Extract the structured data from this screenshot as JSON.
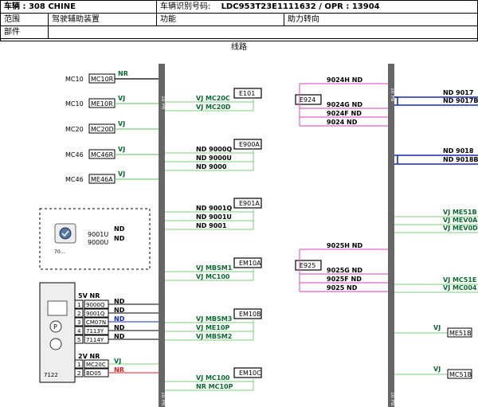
{
  "header": {
    "vehicle": "车辆 : 308 CHINE",
    "vin": "车辆识别号码:",
    "vin_value": "LDC953T23E1111632 / OPR : 13904",
    "range_label": "范围",
    "range_value": "驾驶辅助装置",
    "function_label": "功能",
    "function_value": "助力转向",
    "part_label": "部件"
  },
  "diagram": {
    "title": "线路",
    "bus_left_top": "10 PR",
    "bus_left_bottom": "10 PR",
    "bus_right_top": "10 PB",
    "bus_right_bottom": "10 PB",
    "left_connectors": [
      {
        "pin": "MC10",
        "box": "MC10R",
        "wire": "NR"
      },
      {
        "pin": "MC10",
        "box": "ME10R",
        "wire": "VJ"
      },
      {
        "pin": "MC20",
        "box": "MC20D",
        "wire": "VJ"
      },
      {
        "pin": "MC46",
        "box": "MC46R",
        "wire": "VJ"
      },
      {
        "pin": "MC46",
        "box": "ME46A",
        "wire": "VJ"
      }
    ],
    "dashed_component": {
      "pins": [
        "9001U",
        "9000U"
      ],
      "wires": [
        "ND",
        "ND"
      ],
      "label": "70..."
    },
    "ecu": {
      "code": "7122",
      "group1_label": "5V NR",
      "group1": [
        {
          "num": "1",
          "pin": "9000Q",
          "wire": "ND"
        },
        {
          "num": "2",
          "pin": "9001Q",
          "wire": "ND"
        },
        {
          "num": "3",
          "pin": "CM07N",
          "wire": "ND"
        },
        {
          "num": "4",
          "pin": "7113Y",
          "wire": "ND"
        },
        {
          "num": "5",
          "pin": "7114Y",
          "wire": "ND"
        }
      ],
      "group2_label": "2V NR",
      "group2": [
        {
          "num": "1",
          "pin": "MC20C",
          "wire": "VJ"
        },
        {
          "num": "2",
          "pin": "BD05",
          "wire": "NR"
        }
      ]
    },
    "center_boxes": [
      {
        "name": "E101",
        "lines": [
          "VJ MC20C",
          "VJ MC20D"
        ]
      },
      {
        "name": "E900A",
        "lines": [
          "ND 9000Q",
          "ND 9000U",
          "ND 9000"
        ]
      },
      {
        "name": "E901A",
        "lines": [
          "ND 9001Q",
          "ND 9001U",
          "ND 9001"
        ]
      },
      {
        "name": "EM10A",
        "lines": [
          "VJ MBSM1",
          "VJ MC100"
        ]
      },
      {
        "name": "EM10B",
        "lines": [
          "VJ MBSM3",
          "VJ ME10P",
          "VJ MBSM2"
        ]
      },
      {
        "name": "EM10C",
        "lines": [
          "VJ MC100",
          "NR MC10P"
        ]
      }
    ],
    "splice_e924": {
      "name": "E924",
      "lines": [
        "9024H ND",
        "9024G ND",
        "9024F ND",
        "9024 ND"
      ]
    },
    "splice_e925": {
      "name": "E925",
      "lines": [
        "9025H ND",
        "9025G ND",
        "9025F ND",
        "9025 ND"
      ]
    },
    "right_labels": [
      {
        "text": "ND 9017",
        "color": "#000"
      },
      {
        "text": "ND 9017B",
        "color": "#000"
      },
      {
        "text": "ND 9018",
        "color": "#000"
      },
      {
        "text": "ND 9018B",
        "color": "#000"
      },
      {
        "text": "VJ ME51B",
        "color": "#0a6b2e"
      },
      {
        "text": "VJ MEV0A",
        "color": "#0a6b2e"
      },
      {
        "text": "VJ MEV0D",
        "color": "#0a6b2e"
      },
      {
        "text": "VJ MC51E",
        "color": "#0a6b2e"
      },
      {
        "text": "VJ MC004",
        "color": "#0a6b2e"
      },
      {
        "text": "VJ",
        "color": "#0a6b2e"
      },
      {
        "text": "ME51B",
        "color": "#000"
      },
      {
        "text": "VJ",
        "color": "#0a6b2e"
      },
      {
        "text": "MC51B",
        "color": "#000"
      }
    ],
    "colors": {
      "nd": "#000",
      "vj": "#0a6b2e",
      "vj_wire": "#7ccf7c",
      "pink": "#e066c8",
      "blue": "#1428b4",
      "red": "#e02020",
      "bus": "#666"
    }
  }
}
